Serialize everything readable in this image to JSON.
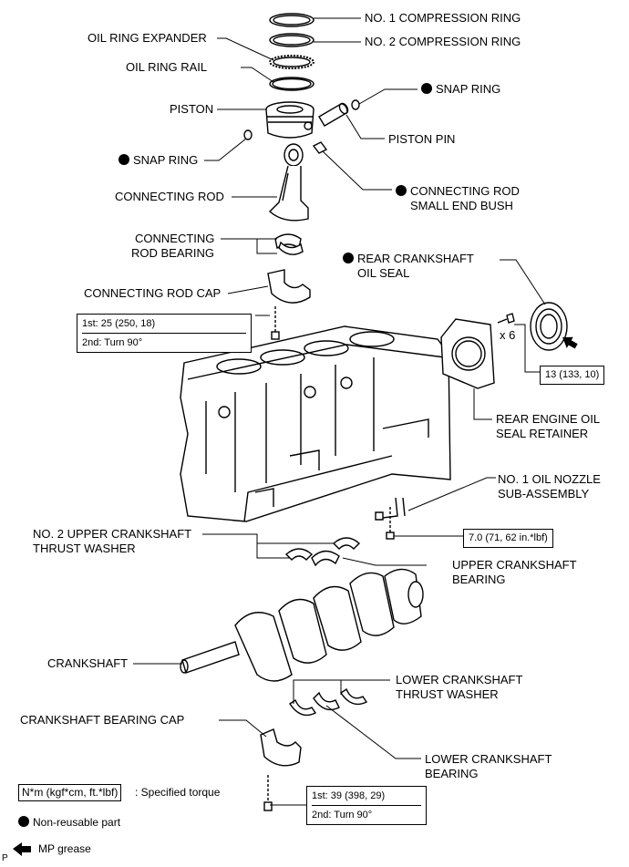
{
  "labels": {
    "no1_compression_ring": "NO. 1 COMPRESSION RING",
    "no2_compression_ring": "NO. 2 COMPRESSION RING",
    "oil_ring_expander": "OIL RING EXPANDER",
    "oil_ring_rail": "OIL RING RAIL",
    "piston": "PISTON",
    "snap_ring_right": "SNAP RING",
    "snap_ring_left": "SNAP RING",
    "piston_pin": "PISTON PIN",
    "connecting_rod": "CONNECTING ROD",
    "small_end_bush_1": "CONNECTING ROD",
    "small_end_bush_2": "SMALL END BUSH",
    "rod_bearing_1": "CONNECTING",
    "rod_bearing_2": "ROD BEARING",
    "rod_cap": "CONNECTING ROD CAP",
    "rear_oil_seal_1": "REAR CRANKSHAFT",
    "rear_oil_seal_2": "OIL SEAL",
    "bolt_count": "x 6",
    "retainer_1": "REAR ENGINE OIL",
    "retainer_2": "SEAL RETAINER",
    "nozzle_1": "NO. 1 OIL NOZZLE",
    "nozzle_2": "SUB-ASSEMBLY",
    "upper_thrust_1": "NO. 2 UPPER CRANKSHAFT",
    "upper_thrust_2": "THRUST WASHER",
    "upper_bearing_1": "UPPER CRANKSHAFT",
    "upper_bearing_2": "BEARING",
    "crankshaft": "CRANKSHAFT",
    "lower_thrust_1": "LOWER CRANKSHAFT",
    "lower_thrust_2": "THRUST WASHER",
    "bearing_cap": "CRANKSHAFT BEARING CAP",
    "lower_bearing_1": "LOWER CRANKSHAFT",
    "lower_bearing_2": "BEARING"
  },
  "torques": {
    "rod_cap_1": "1st: 25 (250, 18)",
    "rod_cap_2": "2nd: Turn 90°",
    "retainer": "13 (133, 10)",
    "nozzle": "7.0 (71, 62 in.*lbf)",
    "main_cap_1": "1st: 39 (398, 29)",
    "main_cap_2": "2nd: Turn 90°"
  },
  "legend": {
    "torque_unit": "N*m (kgf*cm, ft.*lbf)",
    "torque_text": ": Specified torque",
    "non_reusable": "Non-reusable part",
    "mp_grease": "MP grease"
  },
  "corner_mark": "P"
}
